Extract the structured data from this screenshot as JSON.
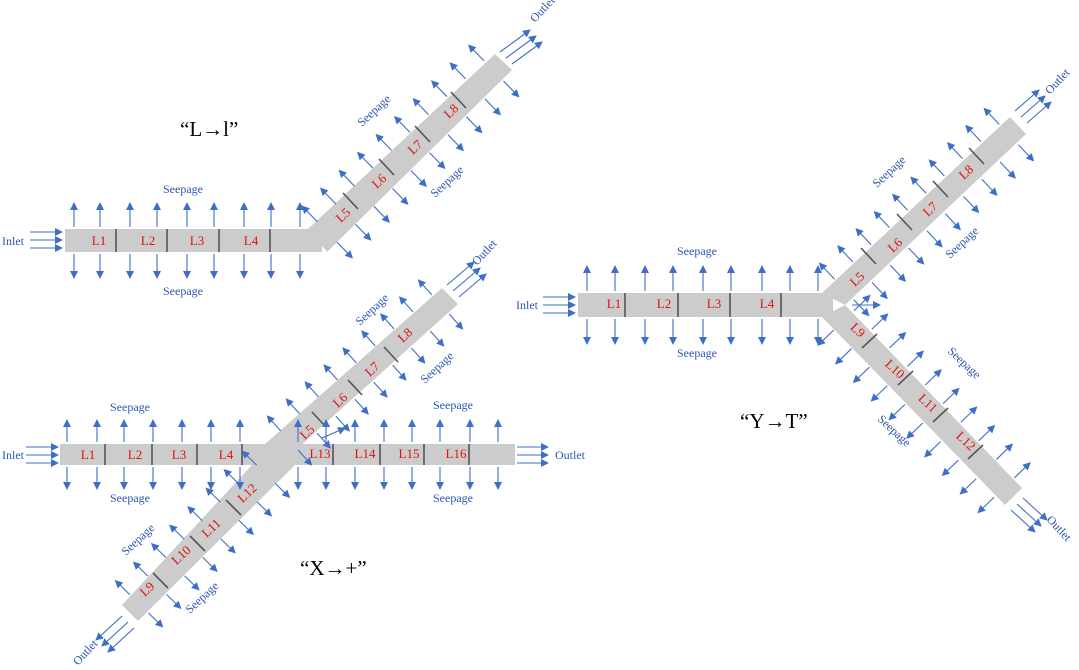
{
  "colors": {
    "pipe": "#cccccc",
    "arrow": "#3e6fc4",
    "segment_label": "#e01010",
    "flow_label": "#2b56b0",
    "title": "#000000"
  },
  "labels": {
    "inlet": "Inlet",
    "outlet": "Outlet",
    "seepage": "Seepage"
  },
  "diagrams": {
    "l_to_i": {
      "title": "“L→l”",
      "segments": [
        "L1",
        "L2",
        "L3",
        "L4",
        "L5",
        "L6",
        "L7",
        "L8"
      ]
    },
    "x_to_plus": {
      "title": "“X→+”",
      "segments": [
        "L1",
        "L2",
        "L3",
        "L4",
        "L5",
        "L6",
        "L7",
        "L8",
        "L9",
        "L10",
        "L11",
        "L12",
        "L13",
        "L14",
        "L15",
        "L16"
      ]
    },
    "y_to_t": {
      "title": "“Y→T”",
      "segments": [
        "L1",
        "L2",
        "L3",
        "L4",
        "L5",
        "L6",
        "L7",
        "L8",
        "L9",
        "L10",
        "L11",
        "L12"
      ]
    }
  }
}
